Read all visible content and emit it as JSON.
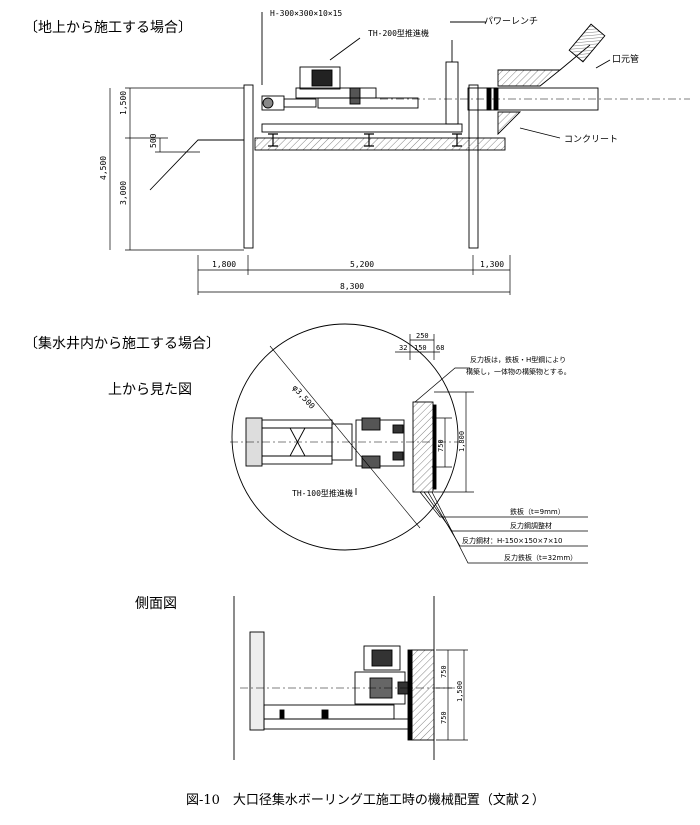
{
  "sections": {
    "surface": "〔地上から施工する場合〕",
    "shaft": "〔集水井内から施工する場合〕",
    "top_view": "上から見た図",
    "side_view": "側面図"
  },
  "labels": {
    "h_beam": "H-300×300×10×15",
    "th200": "TH-200型推進機",
    "power_wrench": "パワーレンチ",
    "mouth_pipe": "口元管",
    "concrete": "コンクリート",
    "th100": "TH-100型推進機",
    "reaction_note_1": "反力板は，鉄板・H型鋼により",
    "reaction_note_2": "構築し，一体物の構築物とする。",
    "steel_plate": "鉄板（t=9mm）",
    "adjust_material": "反力鋼調整材",
    "reaction_steel": "反力鋼材：H-150×150×7×10",
    "reaction_plate": "反力鉄板（t=32mm）",
    "diameter": "φ3,500"
  },
  "dimensions": {
    "d1500": "1,500",
    "d500": "500",
    "d4500": "4,500",
    "d3000": "3,000",
    "d1800": "1,800",
    "d5200": "5,200",
    "d1300": "1,300",
    "d8300": "8,300",
    "d250": "250",
    "d32": "32",
    "d150": "150",
    "d68": "68",
    "d750": "750",
    "d1800b": "1,800",
    "d750a": "750",
    "d1500b": "1,500",
    "d750b": "750"
  },
  "caption": "図-10　大口径集水ボーリング工施工時の機械配置（文献２）"
}
